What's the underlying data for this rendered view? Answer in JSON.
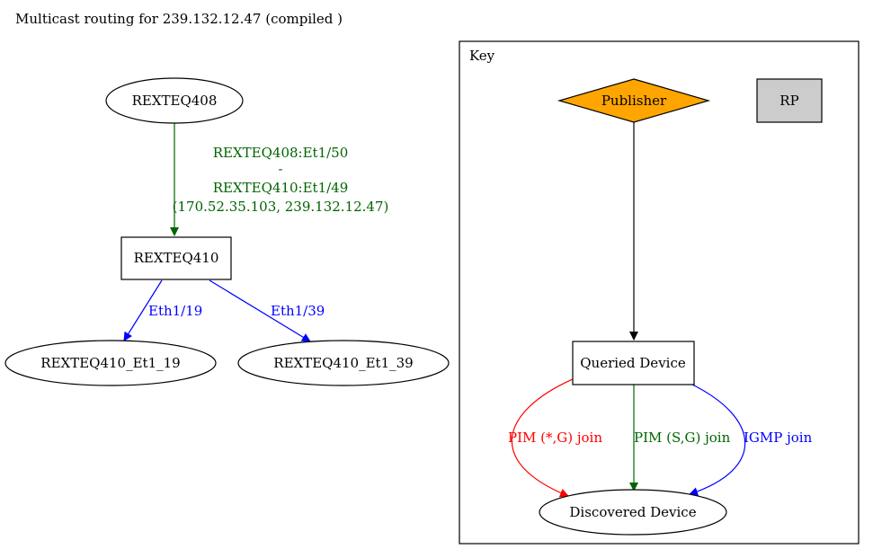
{
  "title": "Multicast routing for 239.132.12.47 (compiled )",
  "colors": {
    "green": "#006400",
    "blue": "#0000ff",
    "red": "#ff0000",
    "black": "#000000",
    "publisher_fill": "#ffa500",
    "rp_fill": "#cccccc"
  },
  "graph": {
    "nodes": {
      "rexteq408": "REXTEQ408",
      "rexteq410": "REXTEQ410",
      "rexteq410_et1_19": "REXTEQ410_Et1_19",
      "rexteq410_et1_39": "REXTEQ410_Et1_39"
    },
    "edges": {
      "rexteq408_to_rexteq410": {
        "label_lines": [
          "REXTEQ408:Et1/50",
          "-",
          "REXTEQ410:Et1/49",
          "(170.52.35.103, 239.132.12.47)"
        ]
      },
      "to_et1_19": {
        "label": "Eth1/19"
      },
      "to_et1_39": {
        "label": "Eth1/39"
      }
    }
  },
  "key": {
    "title": "Key",
    "publisher": "Publisher",
    "rp": "RP",
    "queried_device": "Queried Device",
    "discovered_device": "Discovered Device",
    "pim_star_g_join": "PIM (*,G) join",
    "pim_s_g_join": "PIM (S,G) join",
    "igmp_join": "IGMP join"
  }
}
